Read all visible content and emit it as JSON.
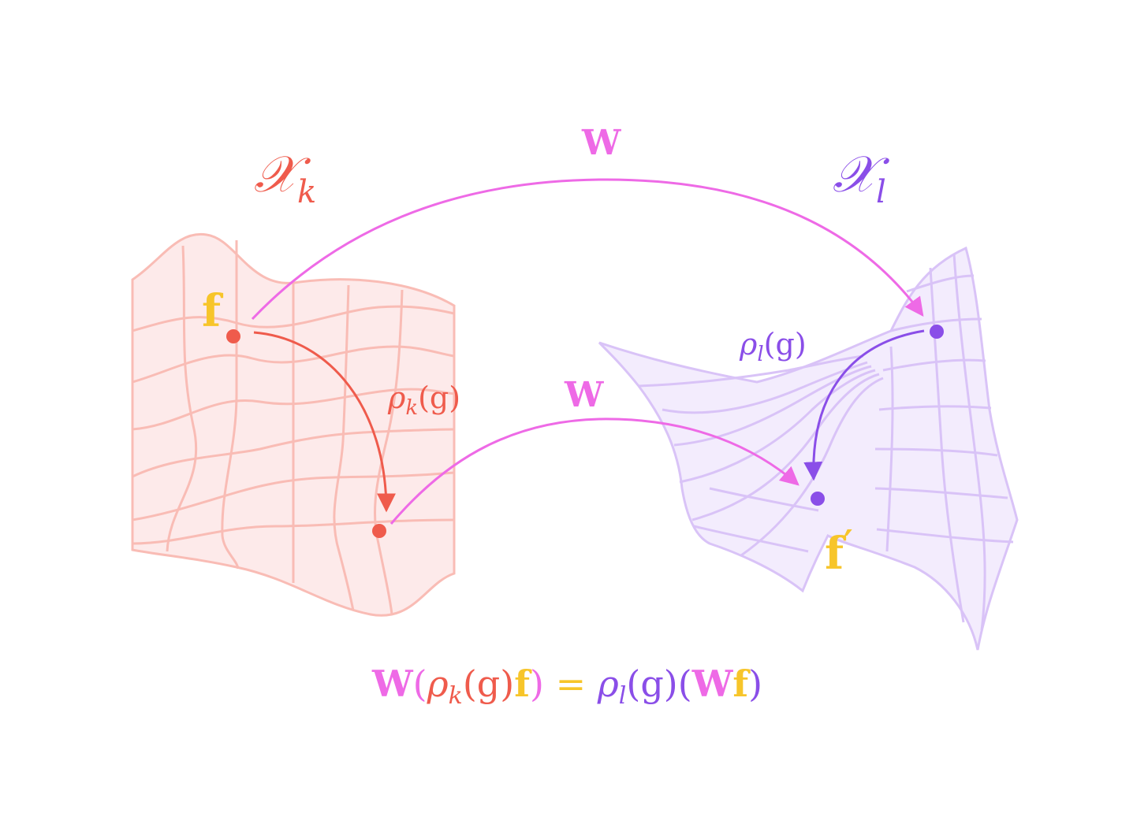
{
  "colors": {
    "red": "#ef5b4c",
    "red_fill": "#fdeaea",
    "red_grid": "#f9bcb5",
    "purple": "#8a4ee8",
    "purple_fill": "#f3ecfd",
    "purple_grid": "#d9c3f7",
    "magenta": "#ee6ae6",
    "yellow": "#f7c52a"
  },
  "labels": {
    "space_k": {
      "main": "𝒳",
      "sub": "k"
    },
    "space_l": {
      "main": "𝒳",
      "sub": "l"
    },
    "map_top": "W",
    "map_bottom": "W",
    "rho_k": {
      "rho": "ρ",
      "sub": "k",
      "arg": "(g)"
    },
    "rho_l": {
      "rho": "ρ",
      "sub": "l",
      "arg": "(g)"
    },
    "point_f": "f",
    "point_f_prime": {
      "main": "f",
      "prime": "′"
    }
  },
  "equation": {
    "W1": "W",
    "open1": "(",
    "rho_k": "ρ",
    "sub_k": "k",
    "g1": "(g)",
    "f1": "f",
    "close1": ")",
    "equals": " = ",
    "rho_l": "ρ",
    "sub_l": "l",
    "g2": "(g)",
    "open2": "(",
    "W2": "W",
    "f2": "f",
    "close2": ")"
  }
}
